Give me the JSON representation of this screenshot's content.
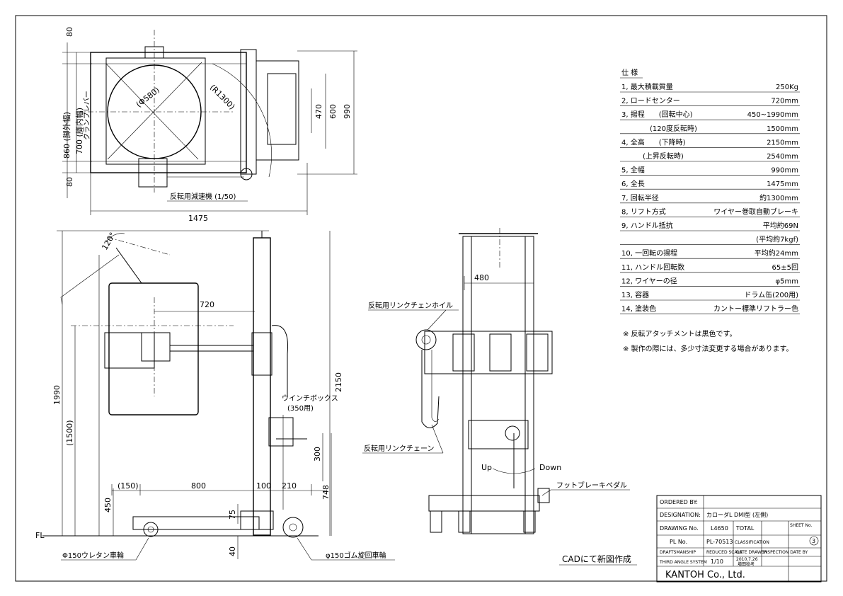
{
  "specs": {
    "title": "仕 様",
    "rows": [
      {
        "label": "1, 最大積載質量",
        "value": "250Kg"
      },
      {
        "label": "2, ロードセンター",
        "value": "720mm"
      },
      {
        "label": "3, 揚程　　(回転中心)",
        "value": "450~1990mm"
      },
      {
        "label": "　　　　(120度反転時)",
        "value": "1500mm"
      },
      {
        "label": "4, 全高　　(下降時)",
        "value": "2150mm"
      },
      {
        "label": "　　　(上昇反転時)",
        "value": "2540mm"
      },
      {
        "label": "5, 全幅",
        "value": "990mm"
      },
      {
        "label": "6, 全長",
        "value": "1475mm"
      },
      {
        "label": "7, 回転半径",
        "value": "約1300mm"
      },
      {
        "label": "8, リフト方式",
        "value": "ワイヤー巻取自動ブレーキ"
      },
      {
        "label": "9, ハンドル抵抗",
        "value": "平均約69N"
      },
      {
        "label": "",
        "value": "(平均約7kgf)"
      },
      {
        "label": "10, 一回転の揚程",
        "value": "平均約24mm"
      },
      {
        "label": "11, ハンドル回転数",
        "value": "65±5回"
      },
      {
        "label": "12, ワイヤーの径",
        "value": "φ5mm"
      },
      {
        "label": "13, 容器",
        "value": "ドラム缶(200用)"
      },
      {
        "label": "14, 塗装色",
        "value": "カントー標準リフトラー色"
      }
    ],
    "notes": [
      "※ 反転アタッチメントは黒色です。",
      "※ 製作の際には、多少寸法変更する場合があります。"
    ]
  },
  "top_view": {
    "d80_top": "80",
    "d860": "860 (脚外幅)",
    "d700": "700 (脚内幅)",
    "d80_bot": "80",
    "clamp_lever": "クランプレバー",
    "drum": "(Φ580)",
    "radius": "(R1300)",
    "d470": "470",
    "d600": "600",
    "d990": "990",
    "reducer": "反転用減速機 (1/50)",
    "d1475": "1475"
  },
  "side_view": {
    "angle": "120°",
    "d720": "720",
    "d2150": "2150",
    "d1990": "1990",
    "d1500": "(1500)",
    "winch": "ウインチボックス",
    "winch_sub": "(350用)",
    "d300": "300",
    "d748": "748",
    "d150": "(150)",
    "d800": "800",
    "d100": "100",
    "d210": "210",
    "d450": "450",
    "d75": "75",
    "d40": "40",
    "fl": "FL",
    "wheel_left": "Φ150ウレタン車輪",
    "wheel_right": "φ150ゴム旋回車輪"
  },
  "front_view": {
    "d480": "480",
    "chain_wheel": "反転用リンクチェンホイル",
    "chain": "反転用リンクチェーン",
    "up": "Up",
    "down": "Down",
    "foot_brake": "フットブレーキペダル"
  },
  "cad_note": "CADにて新図作成",
  "title_block": {
    "ordered_by_label": "ORDERED BY:",
    "ordered_by": "",
    "designation_label": "DESIGNATION:",
    "designation": "カローダL DMⅠ型 (左側)",
    "drawing_no_label": "DRAWING No.",
    "drawing_no": "L4650",
    "total_label": "TOTAL",
    "sheet_label": "SHEET No.",
    "sheet_no": "3",
    "pl_no_label": "PL No.",
    "pl_no": "PL-70513",
    "classification_label": "CLASSIFICATION",
    "draftsmanship_label": "DRAFTSMANSHIP",
    "reduced_scale_label": "REDUCED SCALE",
    "date_drawer_label": "DATE DRAWER",
    "inspection_label": "INSPECTION DATE BY",
    "projection": "THIRD ANGLE SYSTEM",
    "scale": "1/10",
    "date": "2010.7.26",
    "drawer": "増田稔考",
    "company": "KANTOH Co., Ltd."
  }
}
